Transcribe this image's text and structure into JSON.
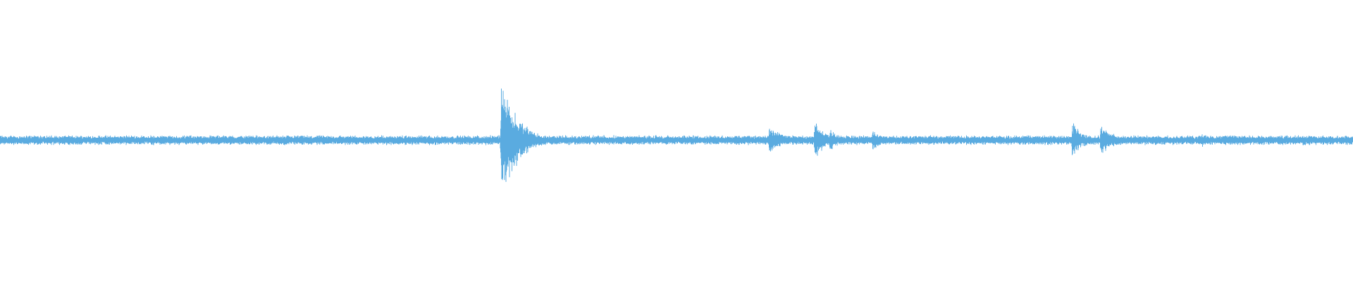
{
  "waveform": {
    "color": "#5aabe0",
    "background": "#ffffff",
    "baseline_amplitude": 0.035,
    "events": [
      {
        "position": 0.3705,
        "amplitude": 0.62,
        "decay": 0.012
      },
      {
        "position": 0.5685,
        "amplitude": 0.14,
        "decay": 0.01
      },
      {
        "position": 0.602,
        "amplitude": 0.2,
        "decay": 0.008
      },
      {
        "position": 0.6135,
        "amplitude": 0.12,
        "decay": 0.006
      },
      {
        "position": 0.645,
        "amplitude": 0.1,
        "decay": 0.01
      },
      {
        "position": 0.7925,
        "amplitude": 0.18,
        "decay": 0.008
      },
      {
        "position": 0.8135,
        "amplitude": 0.14,
        "decay": 0.012
      },
      {
        "position": 0.888,
        "amplitude": 0.07,
        "decay": 0.01
      },
      {
        "position": 0.918,
        "amplitude": 0.06,
        "decay": 0.01
      }
    ]
  }
}
